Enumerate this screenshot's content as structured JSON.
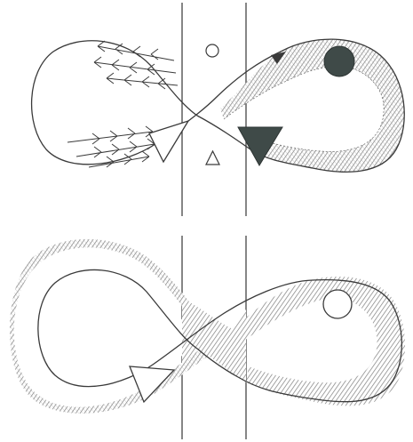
{
  "colors": {
    "background": "#ffffff",
    "ink": "#3a3a3a",
    "hatch": "#8a8a8a",
    "dark_fill": "#3f4a48"
  },
  "panels": [
    {
      "id": "top",
      "description_marks": [
        "open-circle",
        "open-triangle",
        "filled-circle",
        "filled-triangle",
        "arrow-feathers"
      ]
    },
    {
      "id": "bottom",
      "description_marks": [
        "open-circle",
        "open-arrowhead"
      ]
    }
  ]
}
